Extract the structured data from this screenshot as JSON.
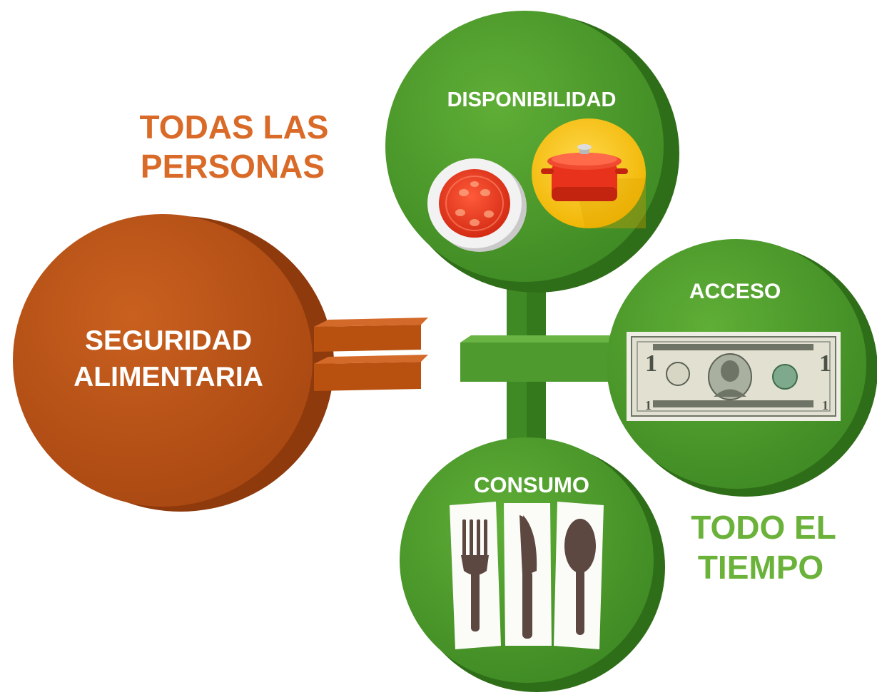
{
  "left_heading": {
    "line1": "TODAS LAS",
    "line2": "PERSONAS"
  },
  "right_heading": {
    "line1": "TODO EL",
    "line2": "TIEMPO"
  },
  "main_circle": {
    "line1": "SEGURIDAD",
    "line2": "ALIMENTARIA"
  },
  "pillars": {
    "disponibilidad": "DISPONIBILIDAD",
    "acceso": "ACCESO",
    "consumo": "CONSUMO"
  },
  "colors": {
    "orange": "#c0561a",
    "orange_dark": "#9a3f0f",
    "green": "#4f9a2f",
    "green_dark": "#3a7a20",
    "heading_orange": "#d96a28",
    "heading_green": "#6ab23a"
  },
  "icons": [
    "tomato-icon",
    "cooking-pot-icon",
    "dollar-bill-icon",
    "fork-icon",
    "knife-icon",
    "spoon-icon"
  ]
}
